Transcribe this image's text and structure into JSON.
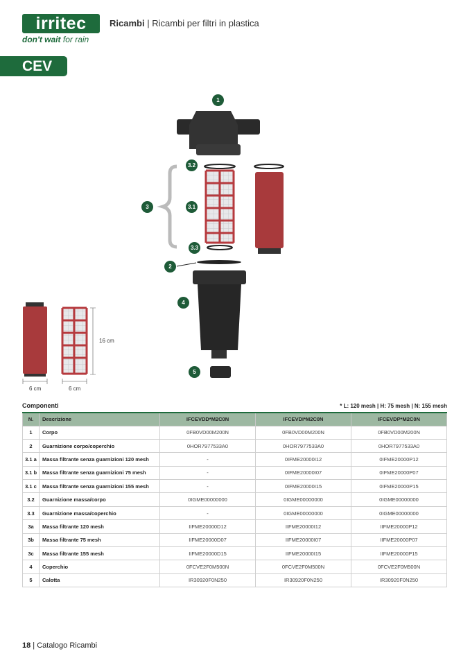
{
  "header": {
    "logo": "irritec",
    "tagline_bold": "don't wait",
    "tagline_rest": "for rain",
    "section": "Ricambi",
    "subtitle": "Ricambi per filtri in plastica"
  },
  "product": "CEV",
  "diagram": {
    "callouts": [
      "1",
      "3.2",
      "3",
      "3.1",
      "3.3",
      "2",
      "4",
      "5"
    ],
    "dimensions": {
      "height": "16 cm",
      "width_left": "6 cm",
      "width_right": "6 cm"
    }
  },
  "table": {
    "title": "Componenti",
    "legend": "* L: 120 mesh | H: 75 mesh | N: 155 mesh",
    "headers": [
      "N.",
      "Descrizione",
      "IFCEVDD*M2C0N",
      "IFCEVDI*M2C0N",
      "IFCEVDP*M2C0N"
    ],
    "rows": [
      [
        "1",
        "Corpo",
        "0FB0VD00M200N",
        "0FB0VD00M200N",
        "0FB0VD00M200N"
      ],
      [
        "2",
        "Guarnizione corpo/coperchio",
        "0HOR7977533A0",
        "0HOR7977533A0",
        "0HOR7977533A0"
      ],
      [
        "3.1 a",
        "Massa filtrante senza guarnizioni 120 mesh",
        "-",
        "0IFME20000I12",
        "0IFME20000P12"
      ],
      [
        "3.1 b",
        "Massa filtrante senza guarnizioni 75 mesh",
        "-",
        "0IFME20000I07",
        "0IFME20000P07"
      ],
      [
        "3.1 c",
        "Massa filtrante senza guarnizioni 155 mesh",
        "-",
        "0IFME20000I15",
        "0IFME20000P15"
      ],
      [
        "3.2",
        "Guarnizione massa/corpo",
        "0IGME00000000",
        "0IGME00000000",
        "0IGME00000000"
      ],
      [
        "3.3",
        "Guarnizione massa/coperchio",
        "-",
        "0IGME00000000",
        "0IGME00000000"
      ],
      [
        "3a",
        "Massa filtrante 120 mesh",
        "IIFME20000D12",
        "IIFME20000I12",
        "IIFME20000P12"
      ],
      [
        "3b",
        "Massa filtrante 75 mesh",
        "IIFME20000D07",
        "IIFME20000I07",
        "IIFME20000P07"
      ],
      [
        "3c",
        "Massa filtrante 155 mesh",
        "IIFME20000D15",
        "IIFME20000I15",
        "IIFME20000P15"
      ],
      [
        "4",
        "Coperchio",
        "0FCVE2F0M500N",
        "0FCVE2F0M500N",
        "0FCVE2F0M500N"
      ],
      [
        "5",
        "Calotta",
        "IR30920F0N250",
        "IR30920F0N250",
        "IR30920F0N250"
      ]
    ]
  },
  "footer": {
    "page": "18",
    "label": "Catalogo Ricambi"
  }
}
